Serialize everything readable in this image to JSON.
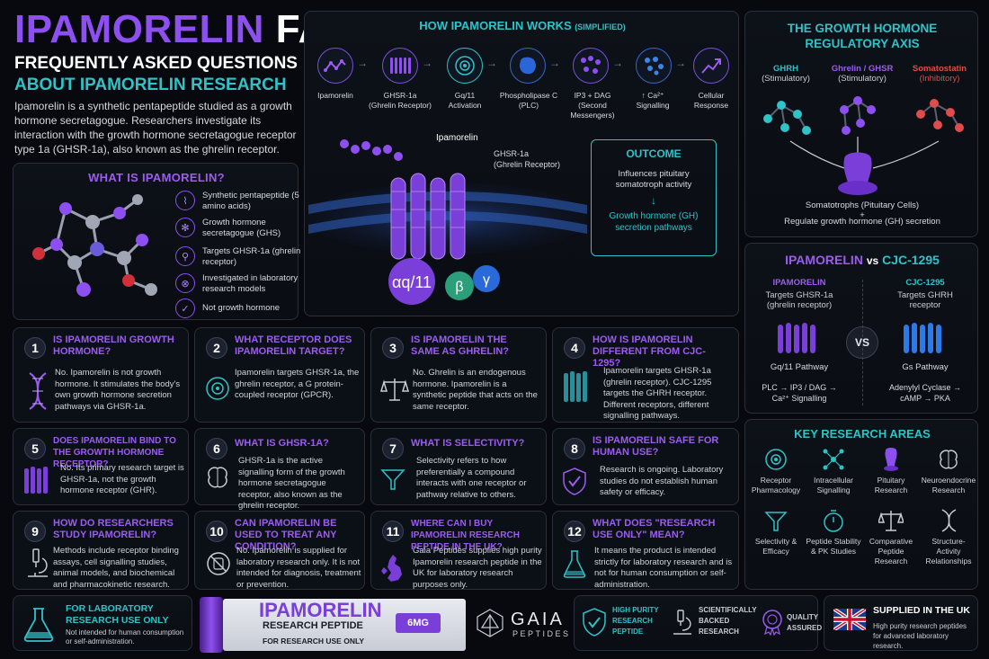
{
  "title": {
    "part1": "IPAMORELIN",
    "part2": "FAQ"
  },
  "subtitle1": "FREQUENTLY ASKED QUESTIONS",
  "subtitle2": "ABOUT IPAMORELIN RESEARCH",
  "intro": "Ipamorelin is a synthetic pentapeptide studied as a growth hormone secretagogue. Researchers investigate its interaction with the growth hormone secretagogue receptor type 1a (GHSR-1a), also known as the ghrelin receptor.",
  "what_is": {
    "title": "WHAT IS IPAMORELIN?",
    "items": [
      "Synthetic pentapeptide (5 amino acids)",
      "Growth hormone secretagogue (GHS)",
      "Targets GHSR-1a (ghrelin receptor)",
      "Investigated in laboratory research models",
      "Not growth hormone"
    ]
  },
  "how_works": {
    "title": "HOW IPAMORELIN WORKS",
    "title_suffix": "(SIMPLIFIED)",
    "steps": [
      {
        "l1": "Ipamorelin",
        "l2": ""
      },
      {
        "l1": "GHSR-1a",
        "l2": "(Ghrelin Receptor)"
      },
      {
        "l1": "Gq/11",
        "l2": "Activation"
      },
      {
        "l1": "Phospholipase C",
        "l2": "(PLC)"
      },
      {
        "l1": "IP3 + DAG",
        "l2": "(Second Messengers)"
      },
      {
        "l1": "↑ Ca²⁺",
        "l2": "Signalling"
      },
      {
        "l1": "Cellular",
        "l2": "Response"
      }
    ],
    "label_ipamorelin": "Ipamorelin",
    "label_receptor1": "GHSR-1a",
    "label_receptor2": "(Ghrelin Receptor)",
    "subunits": [
      "αq/11",
      "β",
      "γ"
    ],
    "outcome": {
      "title": "OUTCOME",
      "text1": "Influences pituitary somatotroph activity",
      "text2": "Growth hormone (GH) secretion pathways"
    }
  },
  "axis": {
    "title": "THE GROWTH HORMONE REGULATORY AXIS",
    "ghrh": "GHRH",
    "ghrh_sub": "(Stimulatory)",
    "ghrelin": "Ghrelin / GHSR",
    "ghrelin_sub": "(Stimulatory)",
    "somatostatin": "Somatostatin",
    "somatostatin_sub": "(Inhibitory)",
    "cells": "Somatotrophs (Pituitary Cells)",
    "plus": "+",
    "regulate": "Regulate growth hormone (GH) secretion"
  },
  "versus": {
    "title_a": "IPAMORELIN",
    "title_vs": "vs",
    "title_b": "CJC-1295",
    "left_name": "IPAMORELIN",
    "left_target": "Targets GHSR-1a (ghrelin receptor)",
    "left_pathway": "Gq/11 Pathway",
    "left_signal": "PLC → IP3 / DAG → Ca²⁺ Signalling",
    "vs": "VS",
    "right_name": "CJC-1295",
    "right_target": "Targets GHRH receptor",
    "right_pathway": "Gs Pathway",
    "right_signal": "Adenylyl Cyclase → cAMP → PKA"
  },
  "faqs": [
    {
      "n": "1",
      "q": "IS IPAMORELIN GROWTH HORMONE?",
      "a": "No. Ipamorelin is not growth hormone. It stimulates the body's own growth hormone secretion pathways via GHSR-1a.",
      "icon": "dna-icon"
    },
    {
      "n": "2",
      "q": "WHAT RECEPTOR DOES IPAMORELIN TARGET?",
      "a": "Ipamorelin targets GHSR-1a, the ghrelin receptor, a G protein-coupled receptor (GPCR).",
      "icon": "target-icon"
    },
    {
      "n": "3",
      "q": "IS IPAMORELIN THE SAME AS GHRELIN?",
      "a": "No. Ghrelin is an endogenous hormone. Ipamorelin is a synthetic peptide that acts on the same receptor.",
      "icon": "scales-icon"
    },
    {
      "n": "4",
      "q": "HOW IS IPAMORELIN DIFFERENT FROM CJC-1295?",
      "a": "Ipamorelin targets GHSR-1a (ghrelin receptor). CJC-1295 targets the GHRH receptor. Different receptors, different signalling pathways.",
      "icon": "receptor-icon"
    },
    {
      "n": "5",
      "q": "DOES IPAMORELIN BIND TO THE GROWTH HORMONE RECEPTOR?",
      "a": "No. Its primary research target is GHSR-1a, not the growth hormone receptor (GHR).",
      "icon": "receptor-icon"
    },
    {
      "n": "6",
      "q": "WHAT IS GHSR-1a?",
      "a": "GHSR-1a is the active signalling form of the growth hormone secretagogue receptor, also known as the ghrelin receptor.",
      "icon": "brain-icon"
    },
    {
      "n": "7",
      "q": "WHAT IS SELECTIVITY?",
      "a": "Selectivity refers to how preferentially a compound interacts with one receptor or pathway relative to others.",
      "icon": "funnel-icon"
    },
    {
      "n": "8",
      "q": "IS IPAMORELIN SAFE FOR HUMAN USE?",
      "a": "Research is ongoing. Laboratory studies do not establish human safety or efficacy.",
      "icon": "shield-check-icon"
    },
    {
      "n": "9",
      "q": "HOW DO RESEARCHERS STUDY IPAMORELIN?",
      "a": "Methods include receptor binding assays, cell signalling studies, animal models, and biochemical and pharmacokinetic research.",
      "icon": "microscope-icon"
    },
    {
      "n": "10",
      "q": "CAN IPAMORELIN BE USED TO TREAT ANY CONDITION?",
      "a": "No. Ipamorelin is supplied for laboratory research only. It is not intended for diagnosis, treatment or prevention.",
      "icon": "no-medicine-icon"
    },
    {
      "n": "11",
      "q": "WHERE CAN I BUY IPAMORELIN RESEARCH PEPTIDE IN THE UK?",
      "a": "Gaia Peptides supplies high purity Ipamorelin research peptide in the UK for laboratory research purposes only.",
      "icon": "uk-map-icon"
    },
    {
      "n": "12",
      "q": "WHAT DOES \"RESEARCH USE ONLY\" MEAN?",
      "a": "It means the product is intended strictly for laboratory research and is not for human consumption or self-administration.",
      "icon": "flask-icon"
    }
  ],
  "key_research": {
    "title": "KEY RESEARCH AREAS",
    "items": [
      {
        "label": "Receptor Pharmacology",
        "icon": "target-icon"
      },
      {
        "label": "Intracellular Signalling",
        "icon": "network-icon"
      },
      {
        "label": "Pituitary Research",
        "icon": "pituitary-icon"
      },
      {
        "label": "Neuroendocrine Research",
        "icon": "brain-icon"
      },
      {
        "label": "Selectivity & Efficacy",
        "icon": "funnel-icon"
      },
      {
        "label": "Peptide Stability & PK Studies",
        "icon": "timer-icon"
      },
      {
        "label": "Comparative Peptide Research",
        "icon": "scales-icon"
      },
      {
        "label": "Structure-Activity Relationships",
        "icon": "dna-icon"
      }
    ]
  },
  "footer": {
    "lab_title": "FOR LABORATORY RESEARCH USE ONLY",
    "lab_text": "Not intended for human consumption or self-administration.",
    "vial_name": "IPAMORELIN",
    "vial_type": "RESEARCH PEPTIDE",
    "vial_note": "FOR RESEARCH USE ONLY",
    "vial_dose": "6MG",
    "brand": "GAIA",
    "brand_sub": "PEPTIDES",
    "badge1": "HIGH PURITY RESEARCH PEPTIDE",
    "badge2": "SCIENTIFICALLY BACKED RESEARCH",
    "badge3": "QUALITY ASSURED",
    "uk_title": "SUPPLIED IN THE UK",
    "uk_text": "High purity research peptides for advanced laboratory research."
  },
  "colors": {
    "purple": "#8e4ff0",
    "teal": "#2fc3c8",
    "red": "#e04b4b",
    "background": "#07090e"
  }
}
